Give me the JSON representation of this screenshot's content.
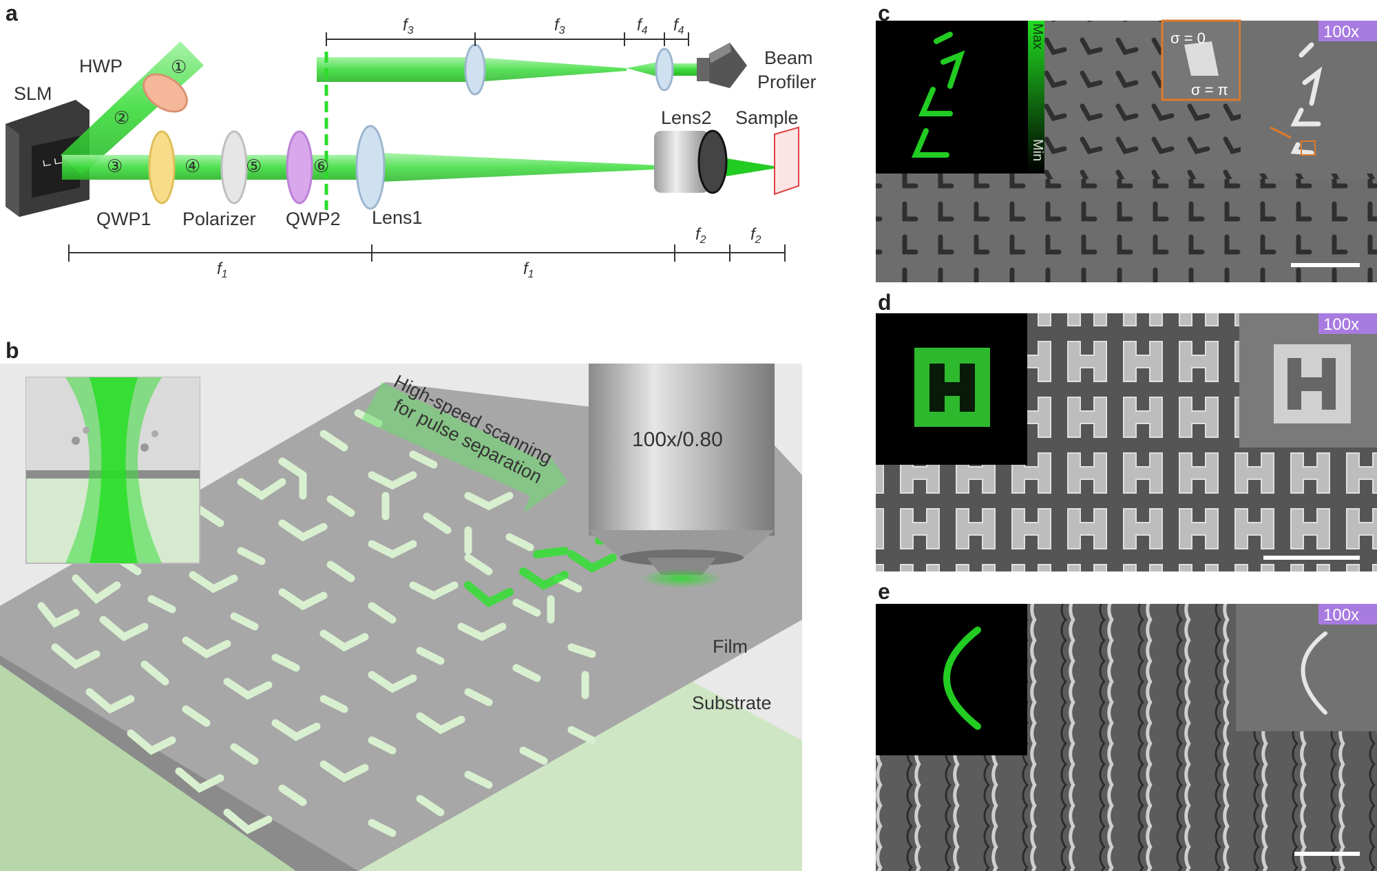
{
  "panel_labels": [
    "a",
    "b",
    "c",
    "d",
    "e"
  ],
  "panel_a": {
    "components": {
      "slm": "SLM",
      "hwp": "HWP",
      "qwp1": "QWP1",
      "polarizer": "Polarizer",
      "qwp2": "QWP2",
      "lens1": "Lens1",
      "lens2": "Lens2",
      "sample": "Sample",
      "beam_profiler_line1": "Beam",
      "beam_profiler_line2": "Profiler"
    },
    "beam_numbers": [
      "①",
      "②",
      "③",
      "④",
      "⑤",
      "⑥"
    ],
    "distances": {
      "f1": "f",
      "f1_sub": "1",
      "f2": "f",
      "f2_sub": "2",
      "f3": "f",
      "f3_sub": "3",
      "f4": "f",
      "f4_sub": "4"
    }
  },
  "panel_b": {
    "objective": "100x/0.80",
    "scan_line1": "High-speed scanning",
    "scan_line2": "for pulse separation",
    "film": "Film",
    "substrate": "Substrate"
  },
  "panel_c": {
    "colorbar_max": "Max",
    "colorbar_min": "Min",
    "sigma0": "σ = 0",
    "sigmapi": "σ = π",
    "mag": "100x"
  },
  "panel_d": {
    "mag": "100x"
  },
  "panel_e": {
    "mag": "100x"
  },
  "colors": {
    "laser_green": "#3ddc3d",
    "mag_badge": "#a77be0",
    "inset_highlight": "#e07a2a",
    "sem_gray": "#6a6a6a"
  }
}
